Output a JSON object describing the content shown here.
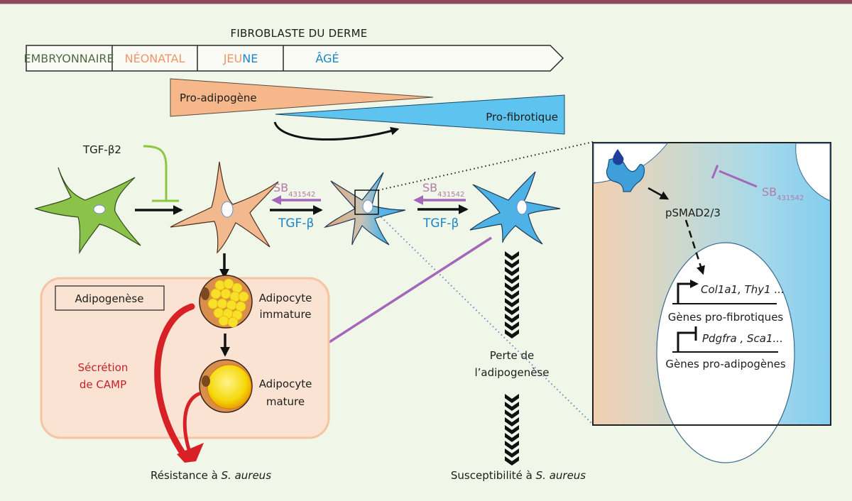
{
  "header": {
    "title": "FIBROBLASTE DU DERME"
  },
  "timeline": {
    "stages": [
      {
        "label": "EMBRYONNAIRE",
        "color": "#4e6b3f"
      },
      {
        "label": "NÉONATAL",
        "color": "#f0956a"
      },
      {
        "label_part1": "JEU",
        "label_part2": "NE",
        "color1": "#f0956a",
        "color2": "#1a86c8"
      },
      {
        "label": "ÂGÉ",
        "color": "#1a86c8"
      }
    ]
  },
  "gradients": {
    "pro_adipogenic": {
      "label": "Pro-adipogène",
      "color": "#f6b78b"
    },
    "pro_fibrotic": {
      "label": "Pro-fibrotique",
      "color": "#5ec3ef"
    }
  },
  "signals": {
    "tgfb2": "TGF-β2",
    "sb_main": "SB",
    "sb_sub": "431542",
    "tgfb": "TGF-β"
  },
  "adipogenesis": {
    "box_title": "Adipogenèse",
    "immature_line1": "Adipocyte",
    "immature_line2": "immature",
    "mature_line1": "Adipocyte",
    "mature_line2": "mature",
    "secretion_line1": "Sécrétion",
    "secretion_line2": "de CAMP"
  },
  "outcomes": {
    "loss_line1": "Perte de",
    "loss_line2": "l’adipogenèse",
    "resistance_prefix": "Résistance à ",
    "resistance_species": "S. aureus",
    "susceptibility_prefix": "Susceptibilité à ",
    "susceptibility_species": "S. aureus"
  },
  "inset": {
    "psmad": "pSMAD2/3",
    "sb_main": "SB",
    "sb_sub": "431542",
    "fibrotic_genes": "Col1a1, Thy1 ...",
    "fibrotic_caption": "Gènes pro-fibrotiques",
    "adipogenic_genes": "Pdgfra , Sca1...",
    "adipogenic_caption": "Gènes pro-adipogènes"
  },
  "colors": {
    "background": "#f0f6e8",
    "top_bar": "#8e4a5a",
    "green_cell": "#8bc34a",
    "peach_cell": "#f3b98e",
    "blue_cell": "#4fb2e6",
    "purple": "#a368b8",
    "red": "#d82027",
    "sb_text": "#b57aa8",
    "tgfb_text": "#1a86c8",
    "adipo_box": "#fbe3d3",
    "adipo_border": "#f7c4a3"
  }
}
